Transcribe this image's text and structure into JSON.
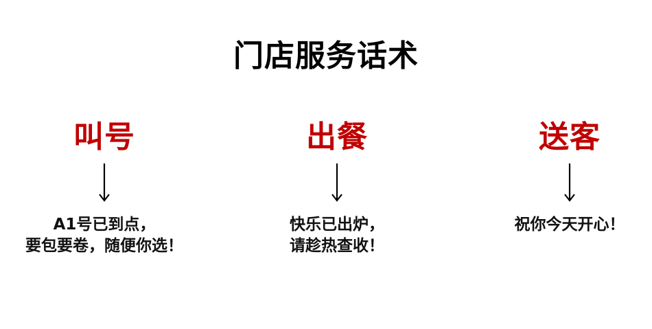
{
  "title": "门店服务话术",
  "colors": {
    "heading": "#C00000",
    "text": "#111111",
    "background": "#FFFFFF"
  },
  "steps": [
    {
      "heading": "叫号",
      "icon": "arrow-down-icon",
      "lines": [
        "A1号已到点，",
        "要包要卷，随便你选！"
      ]
    },
    {
      "heading": "出餐",
      "icon": "arrow-down-icon",
      "lines": [
        "快乐已出炉，",
        "请趁热查收！"
      ]
    },
    {
      "heading": "送客",
      "icon": "arrow-down-icon",
      "lines": [
        "祝你今天开心！"
      ]
    }
  ]
}
